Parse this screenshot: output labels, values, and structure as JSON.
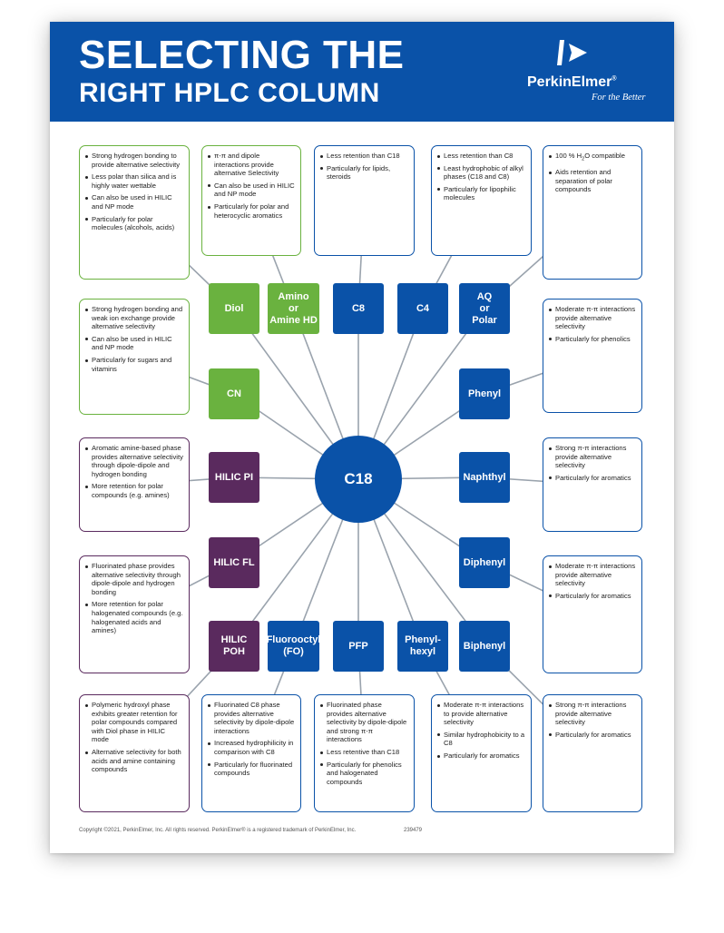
{
  "header": {
    "title_line1": "SELECTING THE",
    "title_line2": "RIGHT HPLC COLUMN",
    "brand": "PerkinElmer",
    "brand_mark": "®",
    "tagline": "For the Better"
  },
  "center": {
    "label": "C18"
  },
  "columns": {
    "diol": "Diol",
    "amino": "Amino\nor\nAmine HD",
    "c8": "C8",
    "c4": "C4",
    "aq": "AQ\nor\nPolar",
    "cn": "CN",
    "phenyl": "Phenyl",
    "hilic_pi": "HILIC PI",
    "naphthyl": "Naphthyl",
    "hilic_fl": "HILIC FL",
    "diphenyl": "Diphenyl",
    "hilic_poh": "HILIC POH",
    "fluorooctyl": "Fluorooctyl\n(FO)",
    "pfp": "PFP",
    "phenylhexyl": "Phenyl-\nhexyl",
    "biphenyl": "Biphenyl"
  },
  "notes": {
    "diol": [
      "Strong hydrogen bonding to provide alternative selectivity",
      "Less polar than silica and is highly water wettable",
      "Can also be used in HILIC and NP mode",
      "Particularly for polar molecules (alcohols, acids)"
    ],
    "amino": [
      "π-π and dipole interactions provide alternative Selectivity",
      "Can also be used in HILIC and NP mode",
      "Particularly for polar and heterocyclic aromatics"
    ],
    "c8": [
      "Less retention than C18",
      "Particularly for lipids, steroids"
    ],
    "c4": [
      "Less retention than C8",
      "Least hydrophobic of alkyl phases (C18 and C8)",
      "Particularly for lipophilic molecules"
    ],
    "aq": [
      "100 % H2O compatible",
      "Aids retention and separation of polar compounds"
    ],
    "cn": [
      "Strong hydrogen bonding and weak ion exchange provide alternative selectivity",
      "Can also be used in HILIC and NP mode",
      "Particularly for sugars and vitamins"
    ],
    "phenyl": [
      "Moderate π-π interactions provide alternative selectivity",
      "Particularly for phenolics"
    ],
    "hilic_pi": [
      "Aromatic amine-based phase provides alternative selectivity through dipole-dipole and hydrogen bonding",
      "More retention for polar compounds (e.g. amines)"
    ],
    "naphthyl": [
      "Strong π-π interactions provide alternative selectivity",
      "Particularly for aromatics"
    ],
    "hilic_fl": [
      "Fluorinated phase provides alternative selectivity through dipole-dipole and hydrogen bonding",
      "More retention for polar halogenated compounds (e.g. halogenated acids and amines)"
    ],
    "diphenyl": [
      "Moderate π-π interactions provide alternative selectivity",
      "Particularly for aromatics"
    ],
    "hilic_poh": [
      "Polymeric hydroxyl phase exhibits greater retention for polar compounds compared with Diol phase in HILIC mode",
      "Alternative selectivity for both acids and amine containing compounds"
    ],
    "fluorooctyl": [
      "Fluorinated C8 phase provides alternative selectivity by dipole-dipole interactions",
      "Increased hydrophilicity in comparison with C8",
      "Particularly for fluorinated compounds"
    ],
    "pfp": [
      "Fluorinated phase provides alternative selectivity by dipole-dipole and strong π-π interactions",
      "Less retentive than C18",
      "Particularly for phenolics and halogenated compounds"
    ],
    "phenylhexyl": [
      "Moderate π-π interactions to provide alternative selectivity",
      "Similar hydrophobicity to a C8",
      "Particularly for aromatics"
    ],
    "biphenyl": [
      "Strong π-π interactions provide alternative selectivity",
      "Particularly for aromatics"
    ]
  },
  "footer": {
    "copyright": "Copyright ©2021, PerkinElmer, Inc. All rights reserved. PerkinElmer® is a registered trademark of PerkinElmer, Inc.",
    "doc_id": "239479"
  },
  "colors": {
    "blue": "#0a52a8",
    "green": "#6ab23f",
    "purple": "#5a2a5e",
    "connector": "#9aa3ad"
  }
}
